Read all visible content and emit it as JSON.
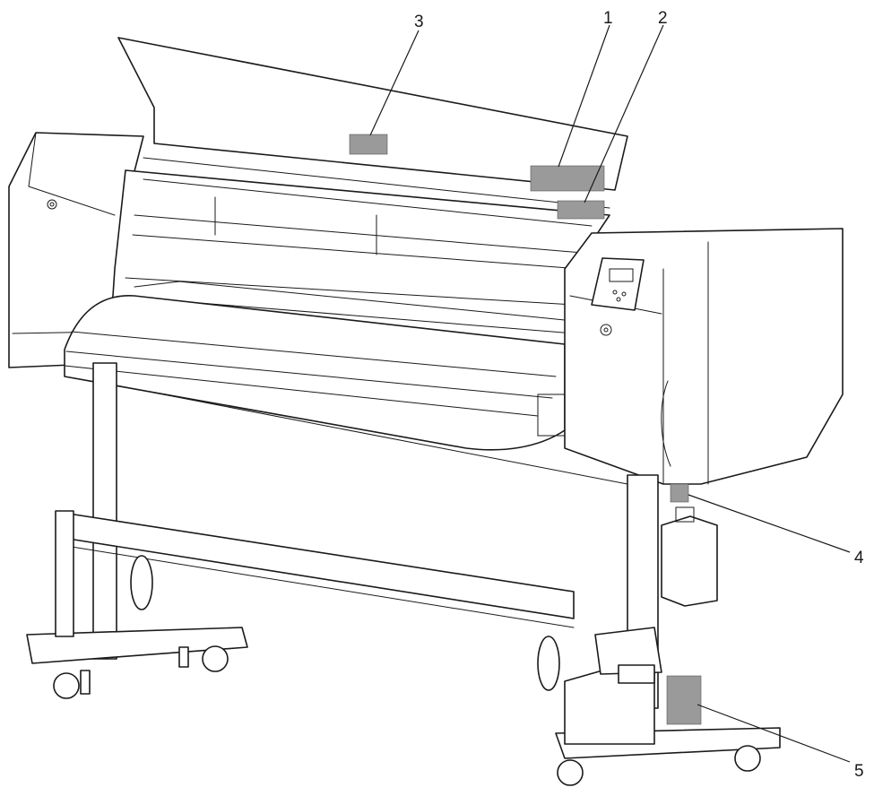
{
  "callouts": [
    {
      "id": "1",
      "label": "1"
    },
    {
      "id": "2",
      "label": "2"
    },
    {
      "id": "3",
      "label": "3"
    },
    {
      "id": "4",
      "label": "4"
    },
    {
      "id": "5",
      "label": "5"
    }
  ],
  "colors": {
    "line": "#1a1a1a",
    "label_fill": "#9a9a9a",
    "background": "#ffffff"
  }
}
